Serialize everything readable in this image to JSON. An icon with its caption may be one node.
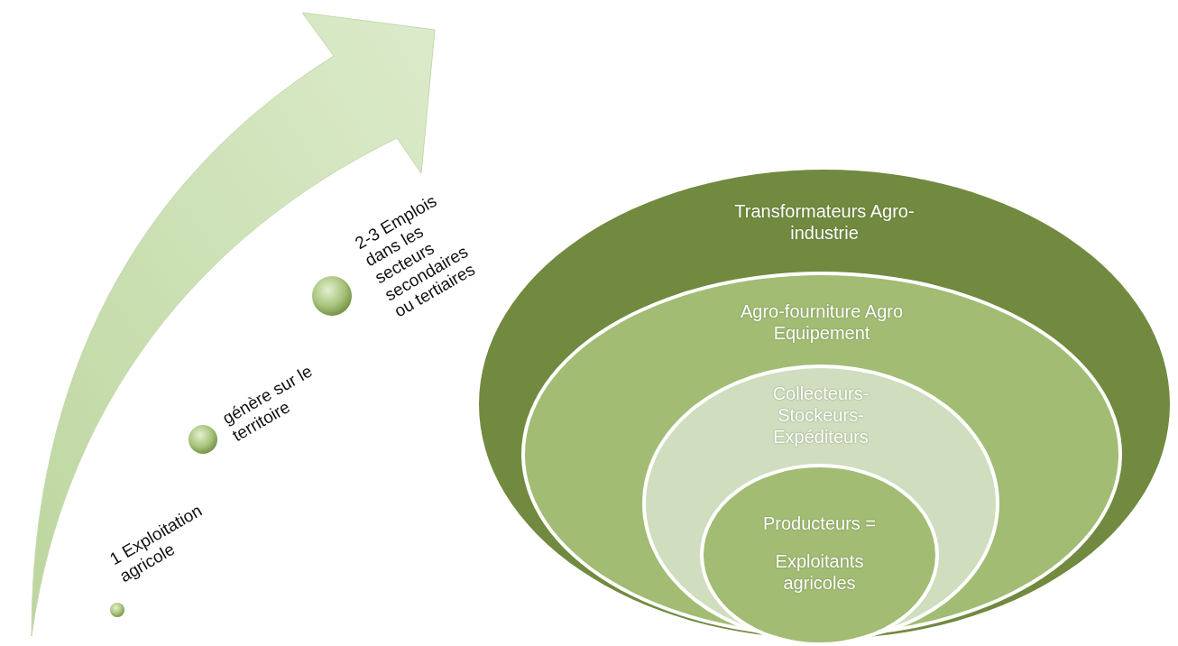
{
  "diagram": {
    "nodes": [
      {
        "text": [
          "1 Exploitation agricole"
        ]
      },
      {
        "text": [
          "génère sur le territoire"
        ]
      },
      {
        "text": [
          "2-3 Emplois dans les secteurs secondaires ou tertiaires"
        ]
      },
      {
        "text": [
          "Transformateurs Agro-industrie"
        ]
      },
      {
        "text": [
          "Agro-fourniture Agro Equipement"
        ],
        "in": 3
      },
      {
        "text": [
          "Collecteurs- Stockeurs- Expéditeurs"
        ],
        "in": 4
      },
      {
        "text": [
          "Producteurs =",
          "Exploitants agricoles"
        ],
        "in": 5
      }
    ]
  }
}
